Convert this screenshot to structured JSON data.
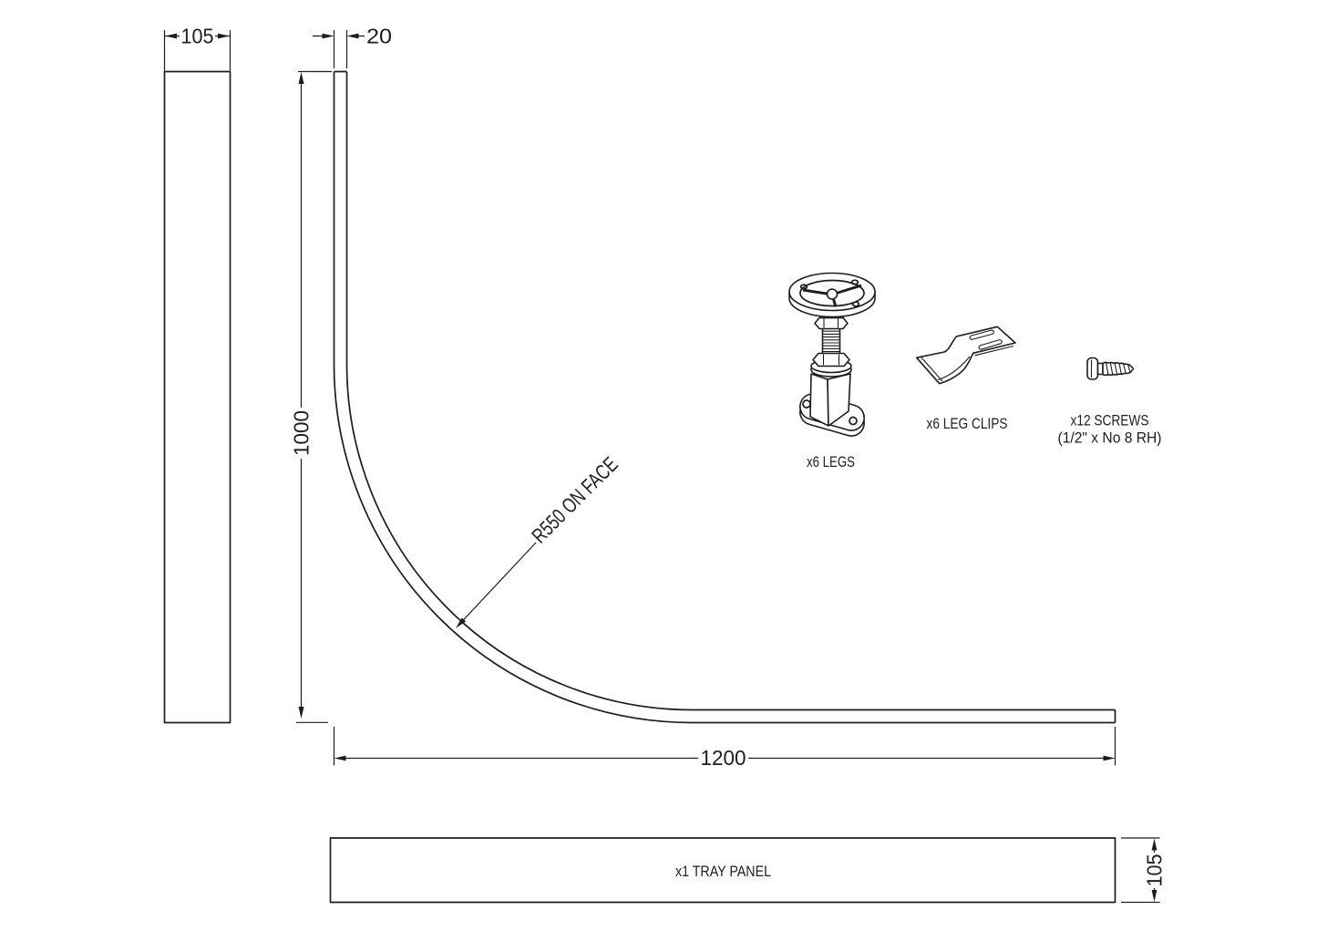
{
  "colors": {
    "line": "#1d1d1d",
    "background": "#ffffff"
  },
  "left_panel": {
    "width_dim": "105"
  },
  "curved_panel": {
    "thickness_dim": "20",
    "height_dim": "1000",
    "length_dim": "1200",
    "radius_note": "R550 ON FACE"
  },
  "hardware": {
    "legs_label": "x6 LEGS",
    "clips_label": "x6 LEG CLIPS",
    "screws_label": "x12 SCREWS",
    "screws_spec": "(1/2\" x No 8 RH)"
  },
  "tray_panel": {
    "label": "x1 TRAY PANEL",
    "height_dim": "105"
  }
}
